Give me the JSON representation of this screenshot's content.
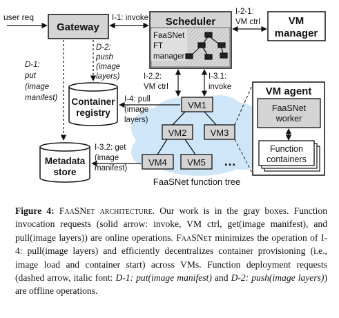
{
  "diagram": {
    "nodes": {
      "user_req": "user req",
      "gateway": "Gateway",
      "scheduler": "Scheduler",
      "scheduler_manager": [
        "FaaSNet",
        "FT",
        "manager"
      ],
      "vm_manager": [
        "VM",
        "manager"
      ],
      "container_registry": [
        "Container",
        "registry"
      ],
      "metadata_store": [
        "Metadata",
        "store"
      ],
      "vm_agent": "VM agent",
      "faasnet_worker": [
        "FaaSNet",
        "worker"
      ],
      "function_containers": [
        "Function",
        "containers"
      ],
      "vms": [
        "VM1",
        "VM2",
        "VM3",
        "VM4",
        "VM5"
      ],
      "ellipsis": "…",
      "function_tree": "FaaSNet function tree"
    },
    "edges": {
      "i1": "I-1: invoke",
      "i21": [
        "I-2-1:",
        "VM ctrl"
      ],
      "i22": [
        "I-2.2:",
        "VM ctrl"
      ],
      "i31": [
        "I-3.1:",
        "invoke"
      ],
      "i4": [
        "I-4: pull",
        "(image",
        "layers)"
      ],
      "i32": [
        "I-3.2: get",
        "(image",
        "manifest)"
      ],
      "d1": [
        "D-1:",
        "put",
        "(image",
        "manifest)"
      ],
      "d2": [
        "D-2:",
        "push",
        "(image",
        "layers)"
      ]
    },
    "colors": {
      "component_fill": "#d4d4d4",
      "cloud_fill": "#cfe6f8",
      "box_stroke": "#111111",
      "text": "#111111"
    }
  },
  "caption": {
    "label": "Figure 4:",
    "title": "FaaSNet architecture.",
    "s1": "Our work is in the gray boxes. Function invocation requests (solid arrow: invoke, VM ctrl, get(image manifest), and pull(image layers)) are online operations.",
    "s2a": "FaaSNet",
    "s2b": "minimizes the operation of I-4: pull(image layers) and efficiently decentralizes container provisioning (i.e., image load and container start) across VMs. Function deployment requests (dashed arrow, italic font:",
    "s2c": "D-1: put(image manifest)",
    "s2d": "and",
    "s2e": "D-2: push(image layers)",
    "s2f": ") are offline operations."
  }
}
